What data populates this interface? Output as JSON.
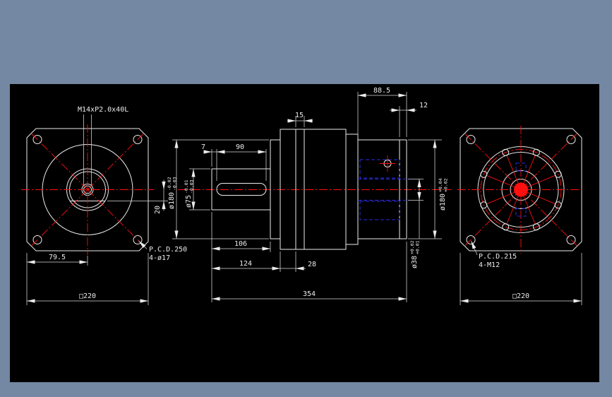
{
  "window": {
    "frame_color": "#7487a3",
    "canvas_color": "#000000"
  },
  "palette": {
    "outline": "#ebebeb",
    "centerline": "#ff0f0f",
    "hidden": "#2d2ddd",
    "text": "#ebebeb"
  },
  "front_view": {
    "thread_callout": "M14xP2.0x40L",
    "keyway_depth": "20",
    "center_offset": "79.5",
    "pcd_line1": "P.C.D.250",
    "pcd_line2": "4-ø17",
    "square_size": "□220"
  },
  "section_view": {
    "adapter_length": "88.5",
    "step_width": "15",
    "rear_plate": "12",
    "key_offset": "7",
    "key_length": "90",
    "shaft_length": "106",
    "front_length": "124",
    "flange_thickness": "28",
    "overall_length": "354",
    "spigot_dia": {
      "main": "ø180",
      "upper": "-0.02",
      "lower": "-0.03"
    },
    "shaft_dia": {
      "main": "ø75",
      "upper": "-0.01",
      "lower": "-0.03"
    },
    "pilot_dia": {
      "main": "ø180",
      "upper": "+0.04",
      "lower": "+0.02"
    },
    "bore_dia": {
      "main": "ø38",
      "upper": "+0.02",
      "lower": "+0.01"
    }
  },
  "rear_view": {
    "pcd_line1": "P.C.D.215",
    "pcd_line2": "4-M12",
    "square_size": "□220"
  }
}
